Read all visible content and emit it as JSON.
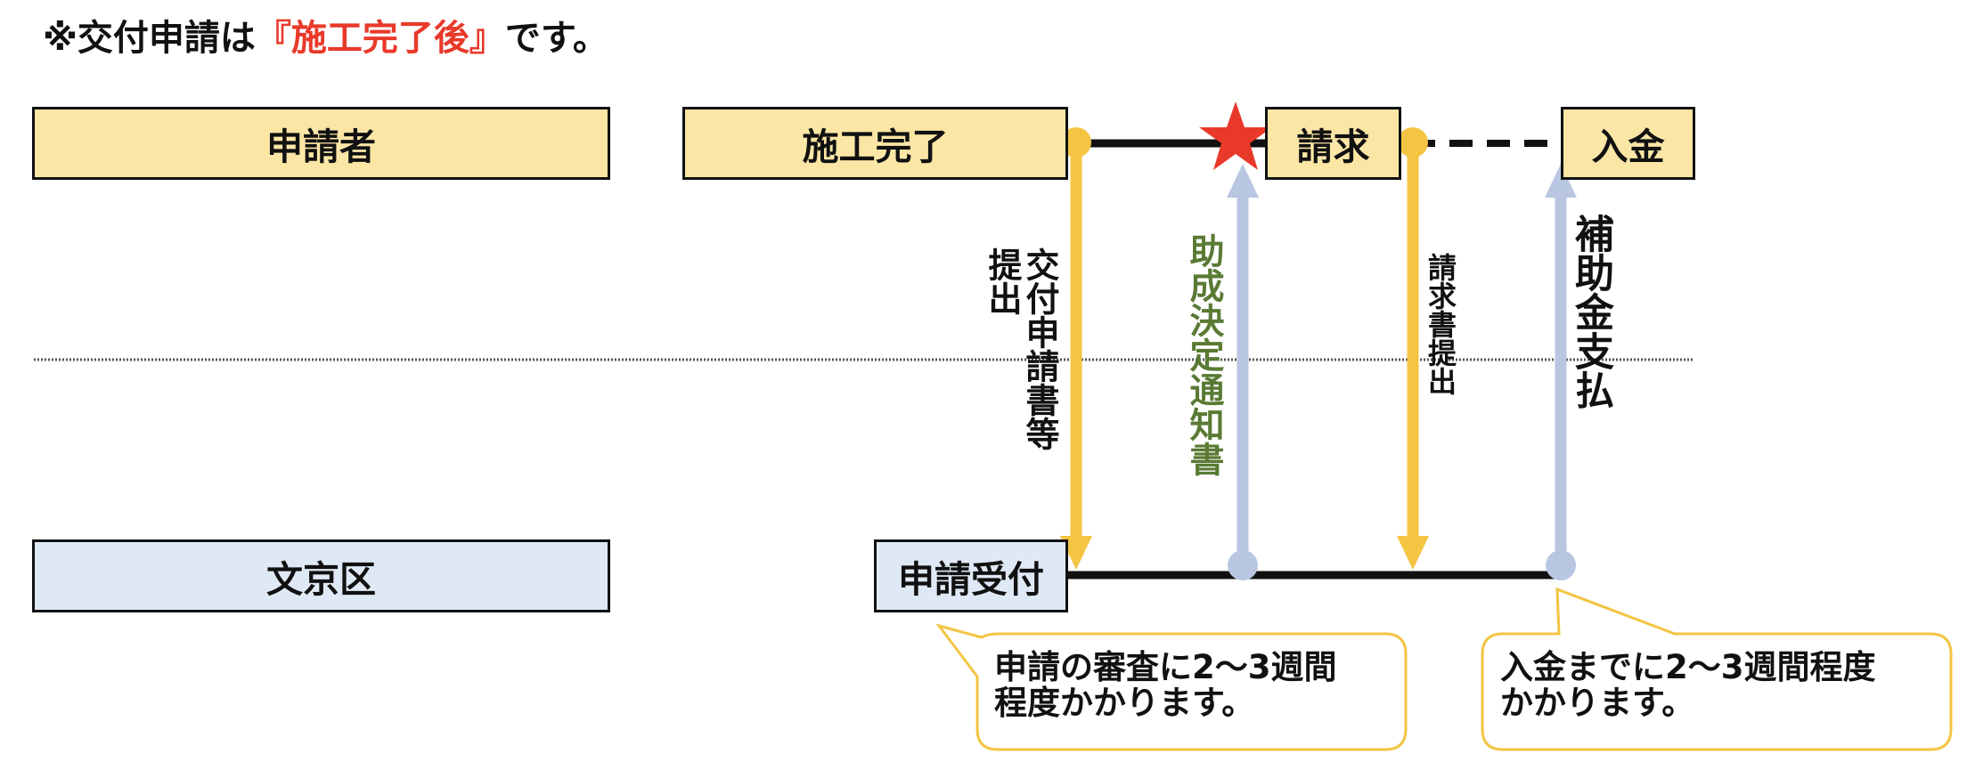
{
  "note": {
    "prefix": "※交付申請は",
    "highlight": "『施工完了後』",
    "suffix": "です。"
  },
  "colors": {
    "yellow_fill": "#fce6a6",
    "blue_fill": "#dfe9f5",
    "yellow_arrow": "#f4c443",
    "blue_arrow": "#b8c6e2",
    "star": "#e8392a",
    "green_text": "#5a7a34",
    "callout_border": "#f4c443"
  },
  "lanes": {
    "applicant": "申請者",
    "bunkyo": "文京区"
  },
  "steps": {
    "construction_done": "施工完了",
    "billing": "請求",
    "payment_received": "入金",
    "application_received": "申請受付"
  },
  "arrows": {
    "submit_application": [
      "交付",
      "申請",
      "書等",
      "提出"
    ],
    "submit_application_col1": "交付申請書等",
    "submit_application_col2": "提出",
    "grant_decision": "助成決定通知書",
    "submit_invoice": "請求書提出",
    "subsidy_payment": "補助金支払"
  },
  "callouts": {
    "review": "申請の審査に2〜3週間\n程度かかります。",
    "payment": "入金までに2〜3週間程度\nかかります。"
  }
}
